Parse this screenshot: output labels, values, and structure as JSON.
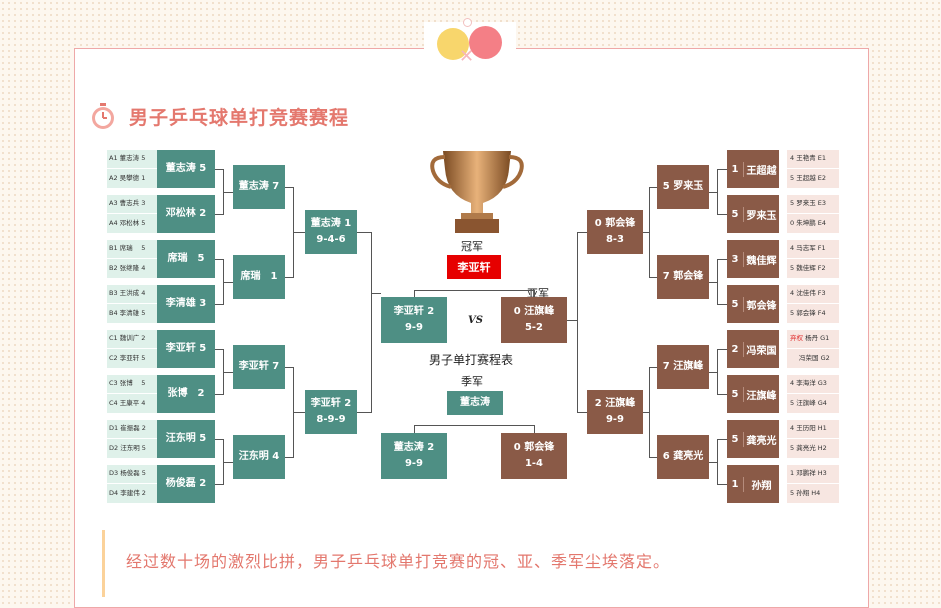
{
  "header": {
    "title": "男子乒乓球单打竞赛赛程"
  },
  "bracket": {
    "seeds_left": [
      [
        "A1 董志涛 5",
        "A2 吴攀德 1"
      ],
      [
        "A3 曹志兵 3",
        "A4 邓松林 5"
      ],
      [
        "B1 席瑞　 5",
        "B2 张继隆 4"
      ],
      [
        "B3 王洪成 4",
        "B4 李清雄 5"
      ],
      [
        "C1 魏训广 2",
        "C2 李亚轩 5"
      ],
      [
        "C3 张博　 5",
        "C4 王康平 4"
      ],
      [
        "D1 崔振磊 2",
        "D2 汪东明 5"
      ],
      [
        "D3 杨俊磊 5",
        "D4 李建伟 2"
      ]
    ],
    "r1_left": [
      "董志涛 5",
      "邓松林 2",
      "席瑞　5",
      "李清雄 3",
      "李亚轩 5",
      "张博　2",
      "汪东明 5",
      "杨俊磊 2"
    ],
    "r2_left": [
      "董志涛 7",
      "席瑞　1",
      "李亚轩 7",
      "汪东明 4"
    ],
    "r3_left": [
      [
        "董志涛 1",
        "9-4-6"
      ],
      [
        "李亚轩 2",
        "8-9-9"
      ]
    ],
    "final_left": [
      "李亚轩 2",
      "9-9"
    ],
    "final_right": [
      "0 汪旗峰",
      "5-2"
    ],
    "vs": "VS",
    "champion_label": "冠军",
    "champion": "李亚轩",
    "runner_up_label": "亚军",
    "schedule_title": "男子单打赛程表",
    "third_label": "季军",
    "third": "董志涛",
    "third_left": [
      "董志涛 2",
      "9-9"
    ],
    "third_right": [
      "0 郭会锋",
      "1-4"
    ],
    "r3_right": [
      [
        "0 郭会锋",
        "8-3"
      ],
      [
        "2 汪旗峰",
        "9-9"
      ]
    ],
    "r2_right": [
      "5 罗来玉",
      "7 郭会锋",
      "7 汪旗峰",
      "6 龚亮光"
    ],
    "r1_right": [
      [
        "1",
        "王超越"
      ],
      [
        "5",
        "罗来玉"
      ],
      [
        "3",
        "魏佳辉"
      ],
      [
        "5",
        "郭会锋"
      ],
      [
        "2",
        "冯荣国"
      ],
      [
        "5",
        "汪旗峰"
      ],
      [
        "5",
        "龚亮光"
      ],
      [
        "1",
        "孙翔"
      ]
    ],
    "seeds_right": [
      [
        "4 王艳青 E1",
        "5 王超越 E2"
      ],
      [
        "5 罗来玉 E3",
        "0 朱坤鹏 E4"
      ],
      [
        "4 马志军 F1",
        "5 魏佳辉 F2"
      ],
      [
        "4 沈佳伟 F3",
        "5 郭会锋 F4"
      ],
      [
        "弃权",
        "杨丹 G1",
        "冯荣国 G2"
      ],
      [
        "4 李海洋 G3",
        "5 汪旗峰 G4"
      ],
      [
        "4 王历阳 H1",
        "5 龚亮光 H2"
      ],
      [
        "1 邓鹏祥 H3",
        "5 孙翔 H4"
      ]
    ]
  },
  "footer": {
    "text": "经过数十场的激烈比拼，男子乒乓球单打竞赛的冠、亚、季军尘埃落定。"
  },
  "colors": {
    "teal": "#4e8f84",
    "brown": "#8a5a47",
    "accent": "#e4786e",
    "champion": "#e60000"
  }
}
